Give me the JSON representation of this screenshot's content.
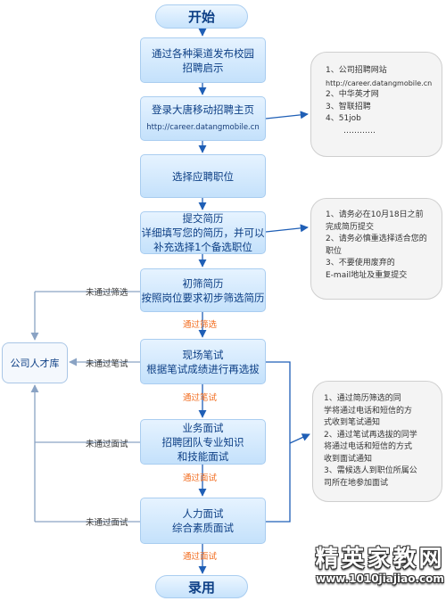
{
  "start": "开始",
  "end": "录用",
  "steps": {
    "s1": [
      "通过各种渠道发布校园",
      "招聘启示"
    ],
    "s2": [
      "登录大唐移动招聘主页"
    ],
    "s2_url": "http://career.datangmobile.cn",
    "s3": [
      "选择应聘职位"
    ],
    "s4": [
      "提交简历",
      "详细填写您的简历，并可以",
      "补充选择1个备选职位"
    ],
    "s5": [
      "初筛简历",
      "按照岗位要求初步筛选简历"
    ],
    "s6": [
      "现场笔试",
      "根据笔试成绩进行再选拔"
    ],
    "s7": [
      "业务面试",
      "招聘团队专业知识",
      "和技能面试"
    ],
    "s8": [
      "人力面试",
      "综合素质面试"
    ]
  },
  "passes": [
    "通过筛选",
    "通过笔试",
    "通过面试",
    "通过面试"
  ],
  "fails": [
    "未通过筛选",
    "未通过笔试",
    "未通过面试",
    "未通过面试"
  ],
  "talent_pool": "公司人才库",
  "notes": {
    "sites": [
      "1、公司招聘网站",
      "http://career.datangmobile.cn",
      "2、中华英才网",
      "3、智联招聘",
      "4、51job",
      "…………"
    ],
    "resume": [
      "1、请务必在10月18日之前",
      "完成简历提交",
      "2、请务必慎重选择适合您的",
      "职位",
      "3、不要使用废弃的",
      "E-mail地址及重复提交"
    ],
    "notify": [
      "1、通过简历筛选的同",
      "学将通过电话和短信的方",
      "式收到笔试通知",
      "2、通过笔试再选拔的同学",
      "将通过电话和短信的方式",
      "收到面试通知",
      "3、需候选人到职位所属公",
      "司所在地参加面试"
    ]
  },
  "watermark": [
    "精英家教网",
    "www.1010jiajiao.com"
  ]
}
